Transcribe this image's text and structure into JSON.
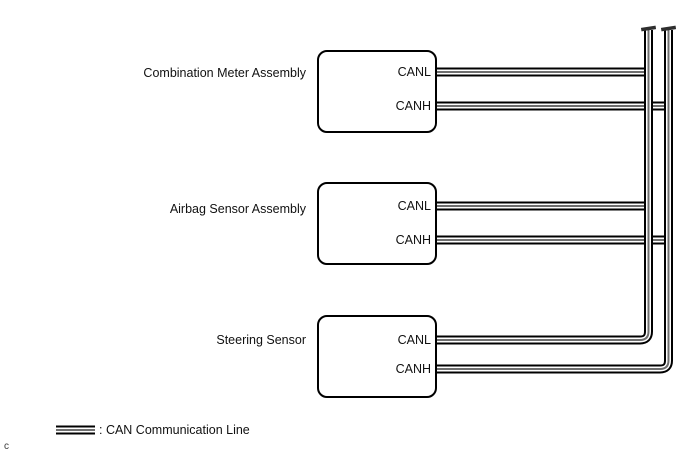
{
  "nodes": [
    {
      "label": "Combination Meter Assembly",
      "pins": [
        "CANL",
        "CANH"
      ]
    },
    {
      "label": "Airbag Sensor Assembly",
      "pins": [
        "CANL",
        "CANH"
      ]
    },
    {
      "label": "Steering Sensor",
      "pins": [
        "CANL",
        "CANH"
      ]
    }
  ],
  "legend": {
    "label": ": CAN Communication Line"
  },
  "corner_mark": "c",
  "colors": {
    "wire_outer": "#000000",
    "wire_core": "#6e6e6e",
    "box_border": "#000000",
    "background": "#ffffff"
  }
}
